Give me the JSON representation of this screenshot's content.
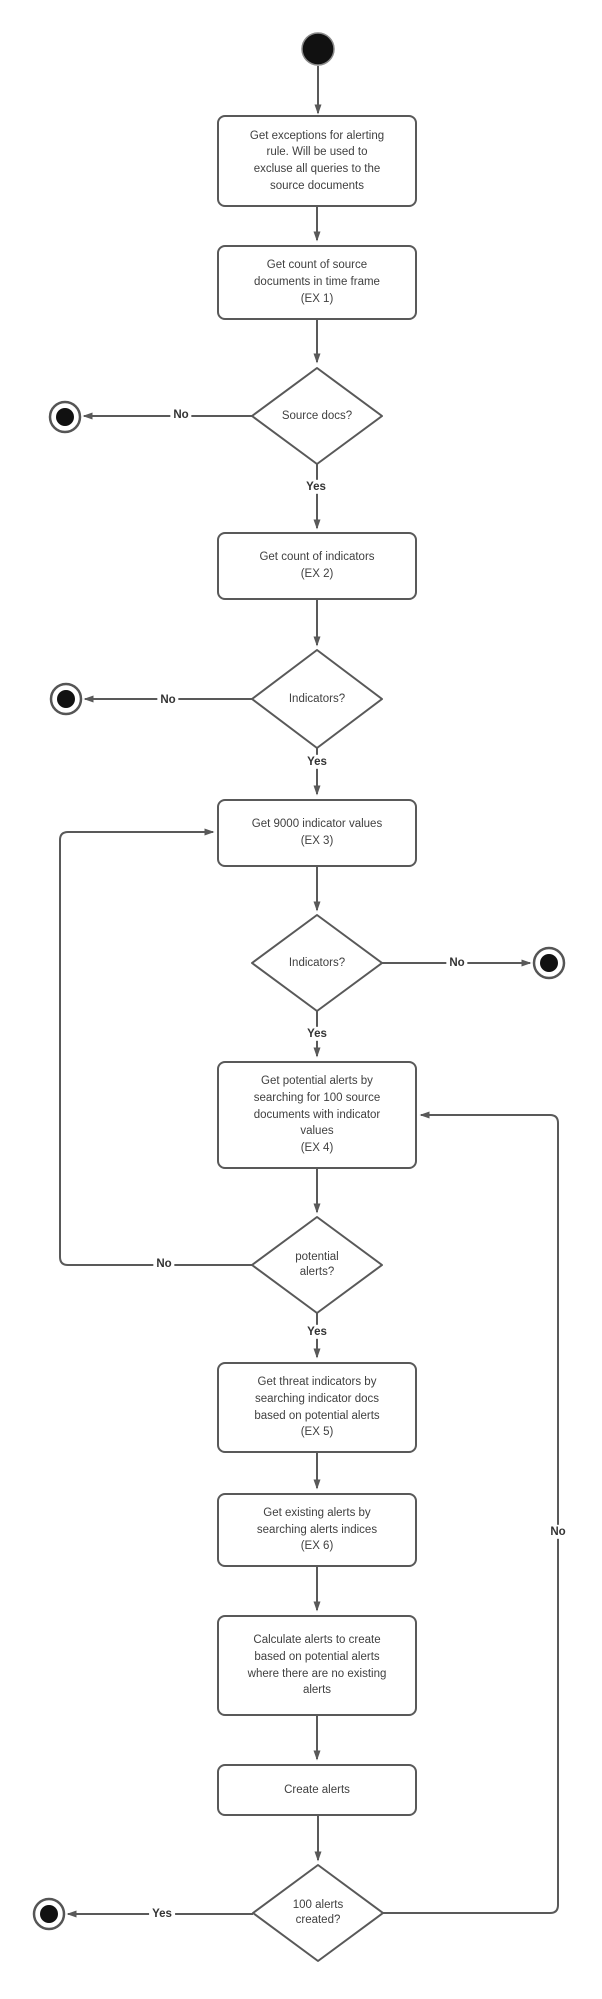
{
  "diagram": {
    "kind": "uml-activity-flowchart",
    "colors": {
      "line": "#595959",
      "node_border": "#595959",
      "node_fill": "#ffffff",
      "text": "#404040",
      "edge_label_text": "#333333",
      "terminal_fill": "#111111",
      "background": "#ffffff"
    },
    "nodes": {
      "start": {
        "type": "initial-node"
      },
      "p1": {
        "type": "process",
        "label": "Get exceptions for alerting\nrule. Will be used to\nexcluse all queries to the\nsource documents"
      },
      "p2": {
        "type": "process",
        "label": "Get count of source\ndocuments in time frame\n(EX 1)"
      },
      "d1": {
        "type": "decision",
        "label": "Source docs?"
      },
      "p3": {
        "type": "process",
        "label": "Get count of indicators\n(EX 2)"
      },
      "d2": {
        "type": "decision",
        "label": "Indicators?"
      },
      "p4": {
        "type": "process",
        "label": "Get 9000 indicator values\n(EX 3)"
      },
      "d3": {
        "type": "decision",
        "label": "Indicators?"
      },
      "p5": {
        "type": "process",
        "label": "Get potential alerts by\nsearching for 100 source\ndocuments with indicator\nvalues\n(EX 4)"
      },
      "d4": {
        "type": "decision",
        "label": "potential\nalerts?"
      },
      "p6": {
        "type": "process",
        "label": "Get threat indicators by\nsearching indicator docs\nbased on potential alerts\n(EX 5)"
      },
      "p7": {
        "type": "process",
        "label": "Get existing alerts by\nsearching alerts indices\n(EX 6)"
      },
      "p8": {
        "type": "process",
        "label": "Calculate alerts to create\nbased on potential alerts\nwhere there are no existing\nalerts"
      },
      "p9": {
        "type": "process",
        "label": "Create alerts"
      },
      "d5": {
        "type": "decision",
        "label": "100 alerts\ncreated?"
      },
      "end1": {
        "type": "final-node"
      },
      "end2": {
        "type": "final-node"
      },
      "end3": {
        "type": "final-node"
      },
      "end4": {
        "type": "final-node"
      }
    },
    "edges": [
      {
        "from": "start",
        "to": "p1",
        "label": ""
      },
      {
        "from": "p1",
        "to": "p2",
        "label": ""
      },
      {
        "from": "p2",
        "to": "d1",
        "label": ""
      },
      {
        "from": "d1",
        "to": "end1",
        "label": "No"
      },
      {
        "from": "d1",
        "to": "p3",
        "label": "Yes"
      },
      {
        "from": "p3",
        "to": "d2",
        "label": ""
      },
      {
        "from": "d2",
        "to": "end2",
        "label": "No"
      },
      {
        "from": "d2",
        "to": "p4",
        "label": "Yes"
      },
      {
        "from": "p4",
        "to": "d3",
        "label": ""
      },
      {
        "from": "d3",
        "to": "end3",
        "label": "No"
      },
      {
        "from": "d3",
        "to": "p5",
        "label": "Yes"
      },
      {
        "from": "p5",
        "to": "d4",
        "label": ""
      },
      {
        "from": "d4",
        "to": "p4",
        "label": "No"
      },
      {
        "from": "d4",
        "to": "p6",
        "label": "Yes"
      },
      {
        "from": "p6",
        "to": "p7",
        "label": ""
      },
      {
        "from": "p7",
        "to": "p8",
        "label": ""
      },
      {
        "from": "p8",
        "to": "p9",
        "label": ""
      },
      {
        "from": "p9",
        "to": "d5",
        "label": ""
      },
      {
        "from": "d5",
        "to": "end4",
        "label": "Yes"
      },
      {
        "from": "d5",
        "to": "p5",
        "label": "No"
      }
    ]
  }
}
